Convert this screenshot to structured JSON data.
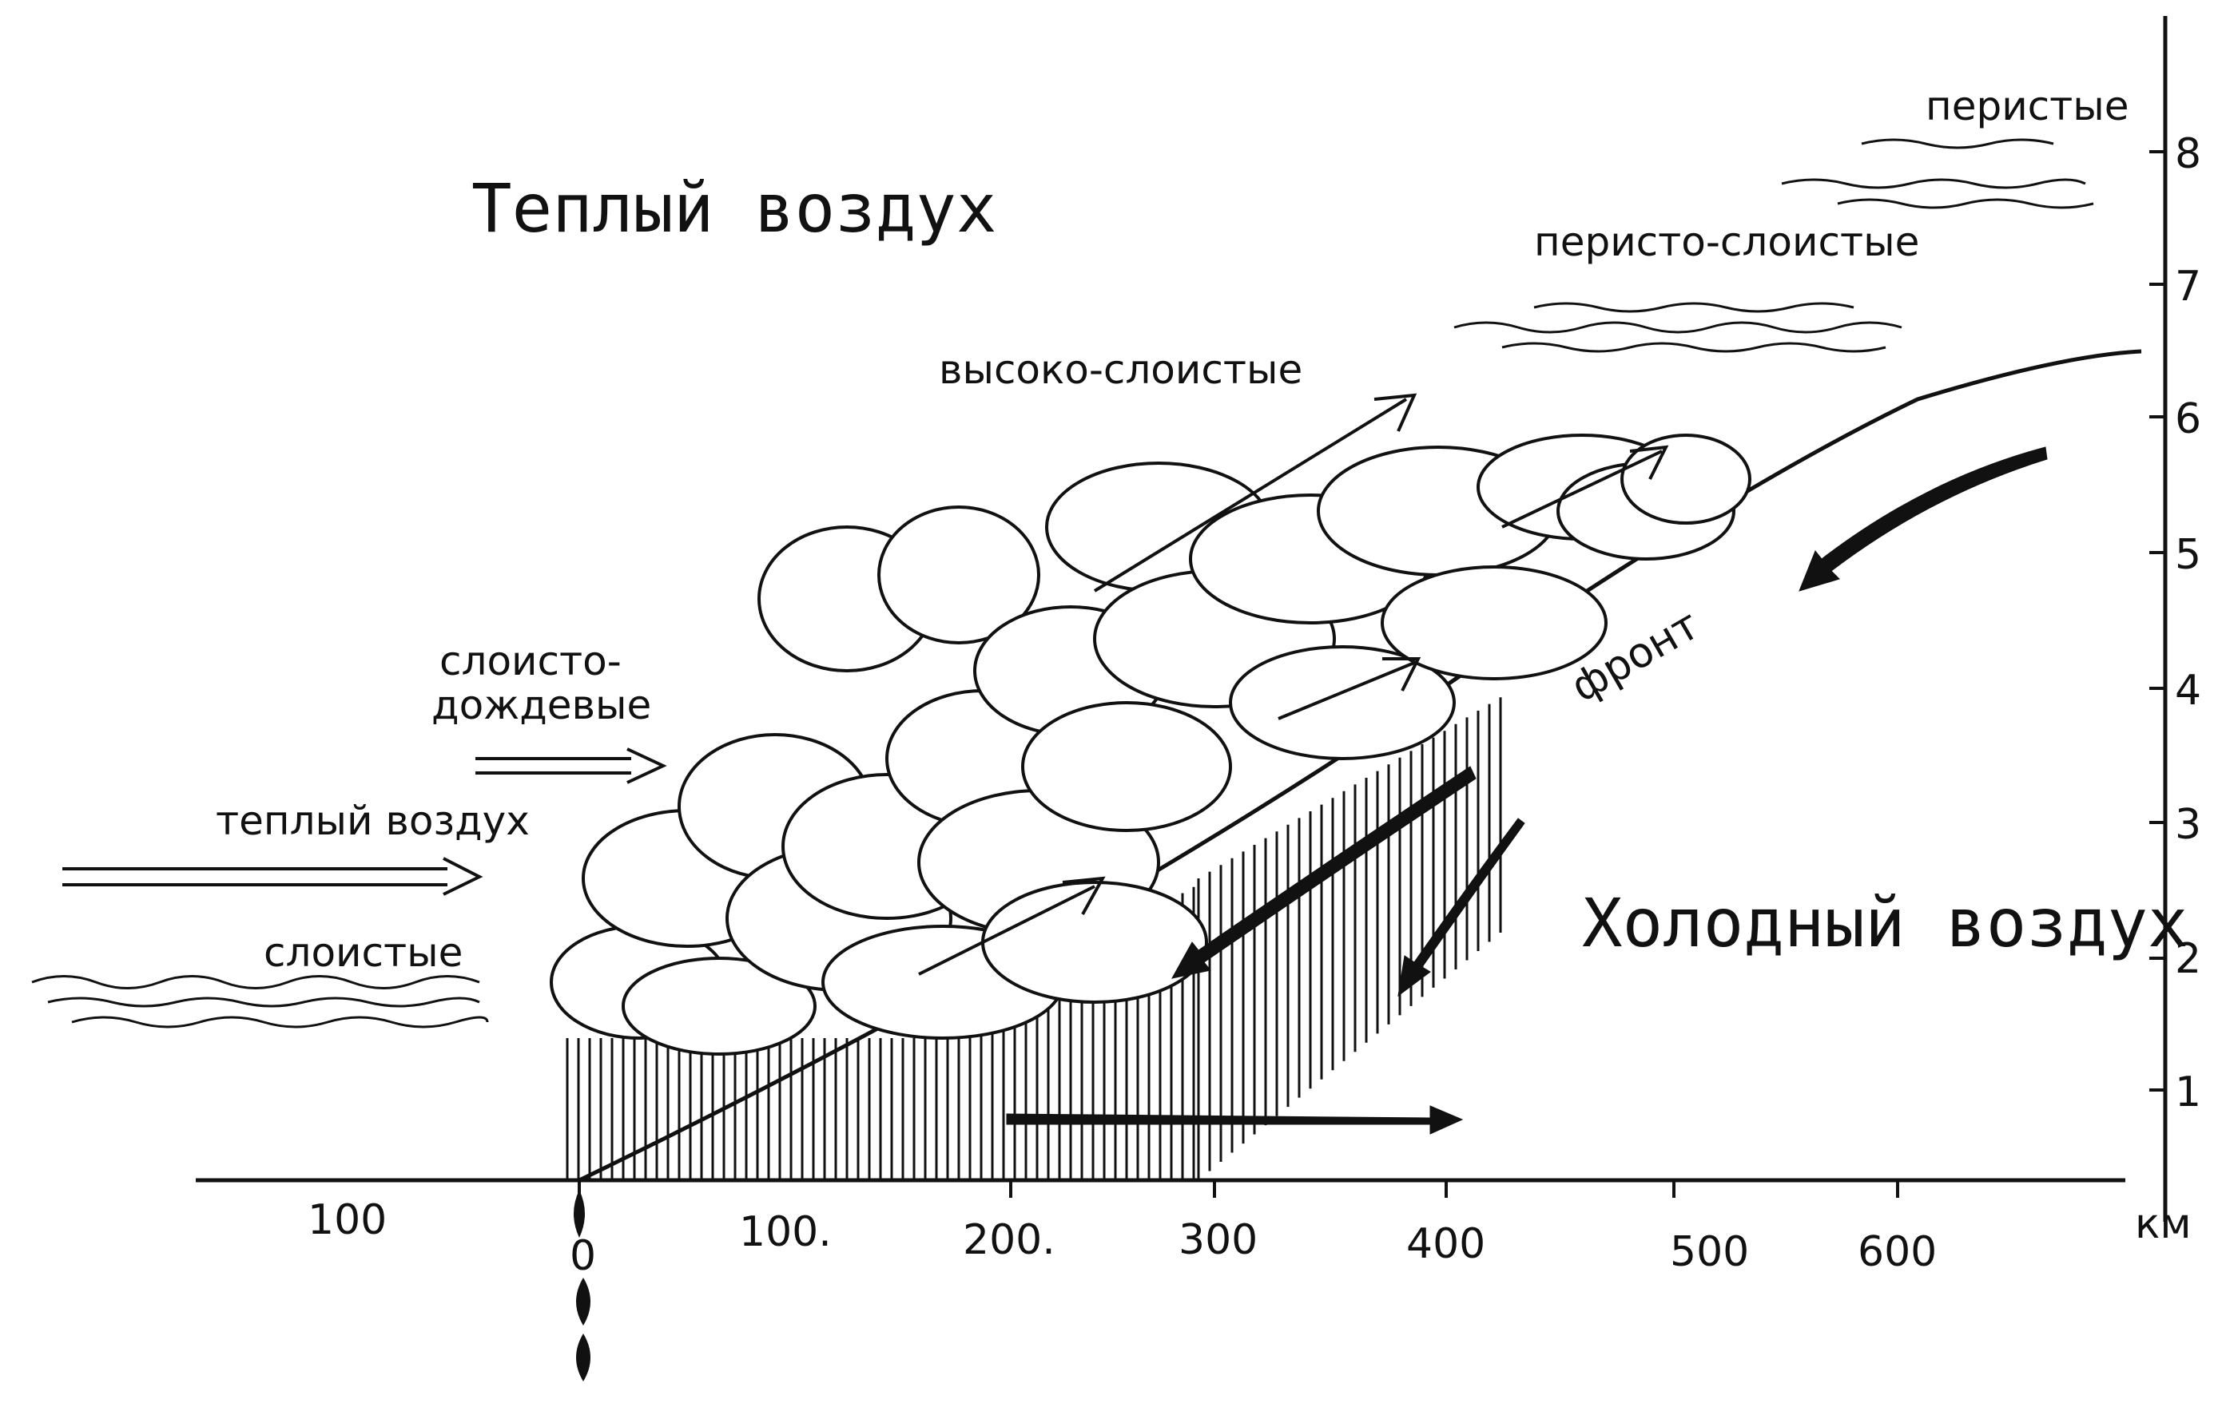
{
  "labels": {
    "warm_air_title": "Теплый воздух",
    "cold_air_title": "Холодный воздух",
    "warm_air_flow": "теплый воздух",
    "stratus": "слоистые",
    "nimbostratus_line1": "слоисто-",
    "nimbostratus_line2": "дождевые",
    "altostratus": "высоко-слоистые",
    "cirrostratus": "перисто-слоистые",
    "cirrus": "перистые",
    "front": "фронт"
  },
  "x_axis": {
    "unit": "км",
    "ticks": [
      "100",
      "0",
      "100.",
      "200.",
      "300",
      "400",
      "500",
      "600"
    ]
  },
  "y_axis": {
    "ticks": [
      "1",
      "2",
      "3",
      "4",
      "5",
      "6",
      "7",
      "8"
    ]
  },
  "colors": {
    "ink": "#111111",
    "paper": "#ffffff"
  }
}
